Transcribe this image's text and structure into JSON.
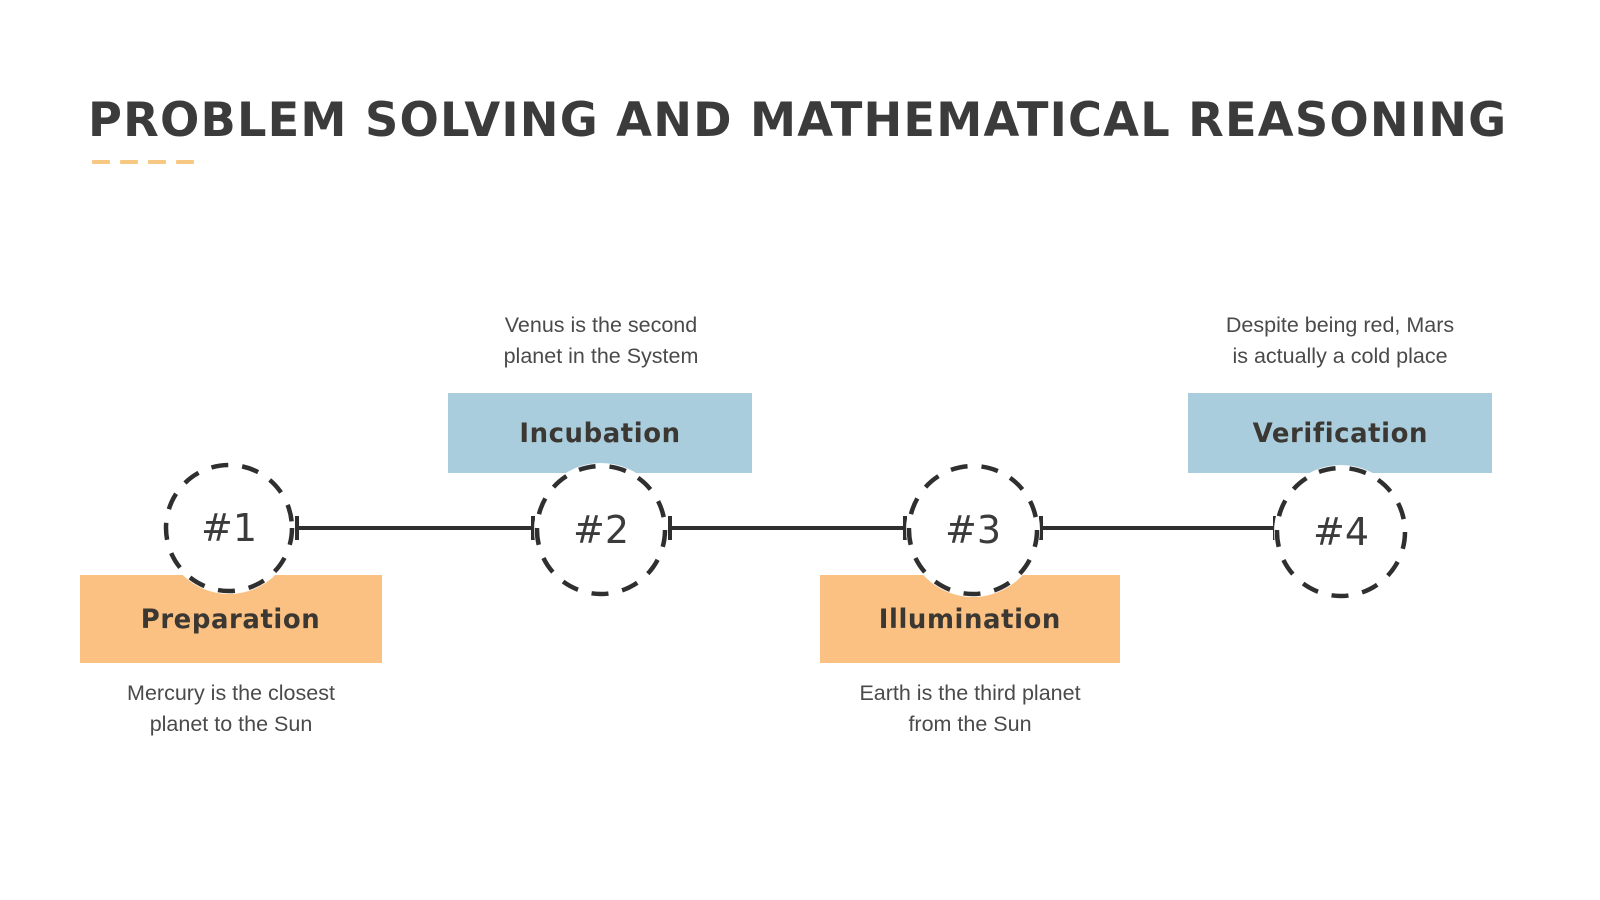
{
  "title": {
    "text": "PROBLEM SOLVING AND MATHEMATICAL REASONING",
    "accent_color": "#f6c882",
    "text_color": "#3b3b3b",
    "dash_count": 4
  },
  "colors": {
    "orange": "#fbc183",
    "blue": "#a9cddd",
    "line": "#2f2f2f",
    "caption_text": "#4a4a4a",
    "label_text": "#3b3733",
    "background": "#ffffff"
  },
  "timeline": {
    "steps": [
      {
        "number": "#1",
        "label": "Preparation",
        "label_color": "orange",
        "label_position": "below",
        "caption": "Mercury is the closest\nplanet to the Sun",
        "caption_position": "below"
      },
      {
        "number": "#2",
        "label": "Incubation",
        "label_color": "blue",
        "label_position": "above",
        "caption": "Venus is the second\nplanet in the System",
        "caption_position": "above"
      },
      {
        "number": "#3",
        "label": "Illumination",
        "label_color": "orange",
        "label_position": "below",
        "caption": "Earth is the third planet\nfrom the Sun",
        "caption_position": "below"
      },
      {
        "number": "#4",
        "label": "Verification",
        "label_color": "blue",
        "label_position": "above",
        "caption": "Despite being red, Mars\nis actually a cold place",
        "caption_position": "above"
      }
    ]
  }
}
